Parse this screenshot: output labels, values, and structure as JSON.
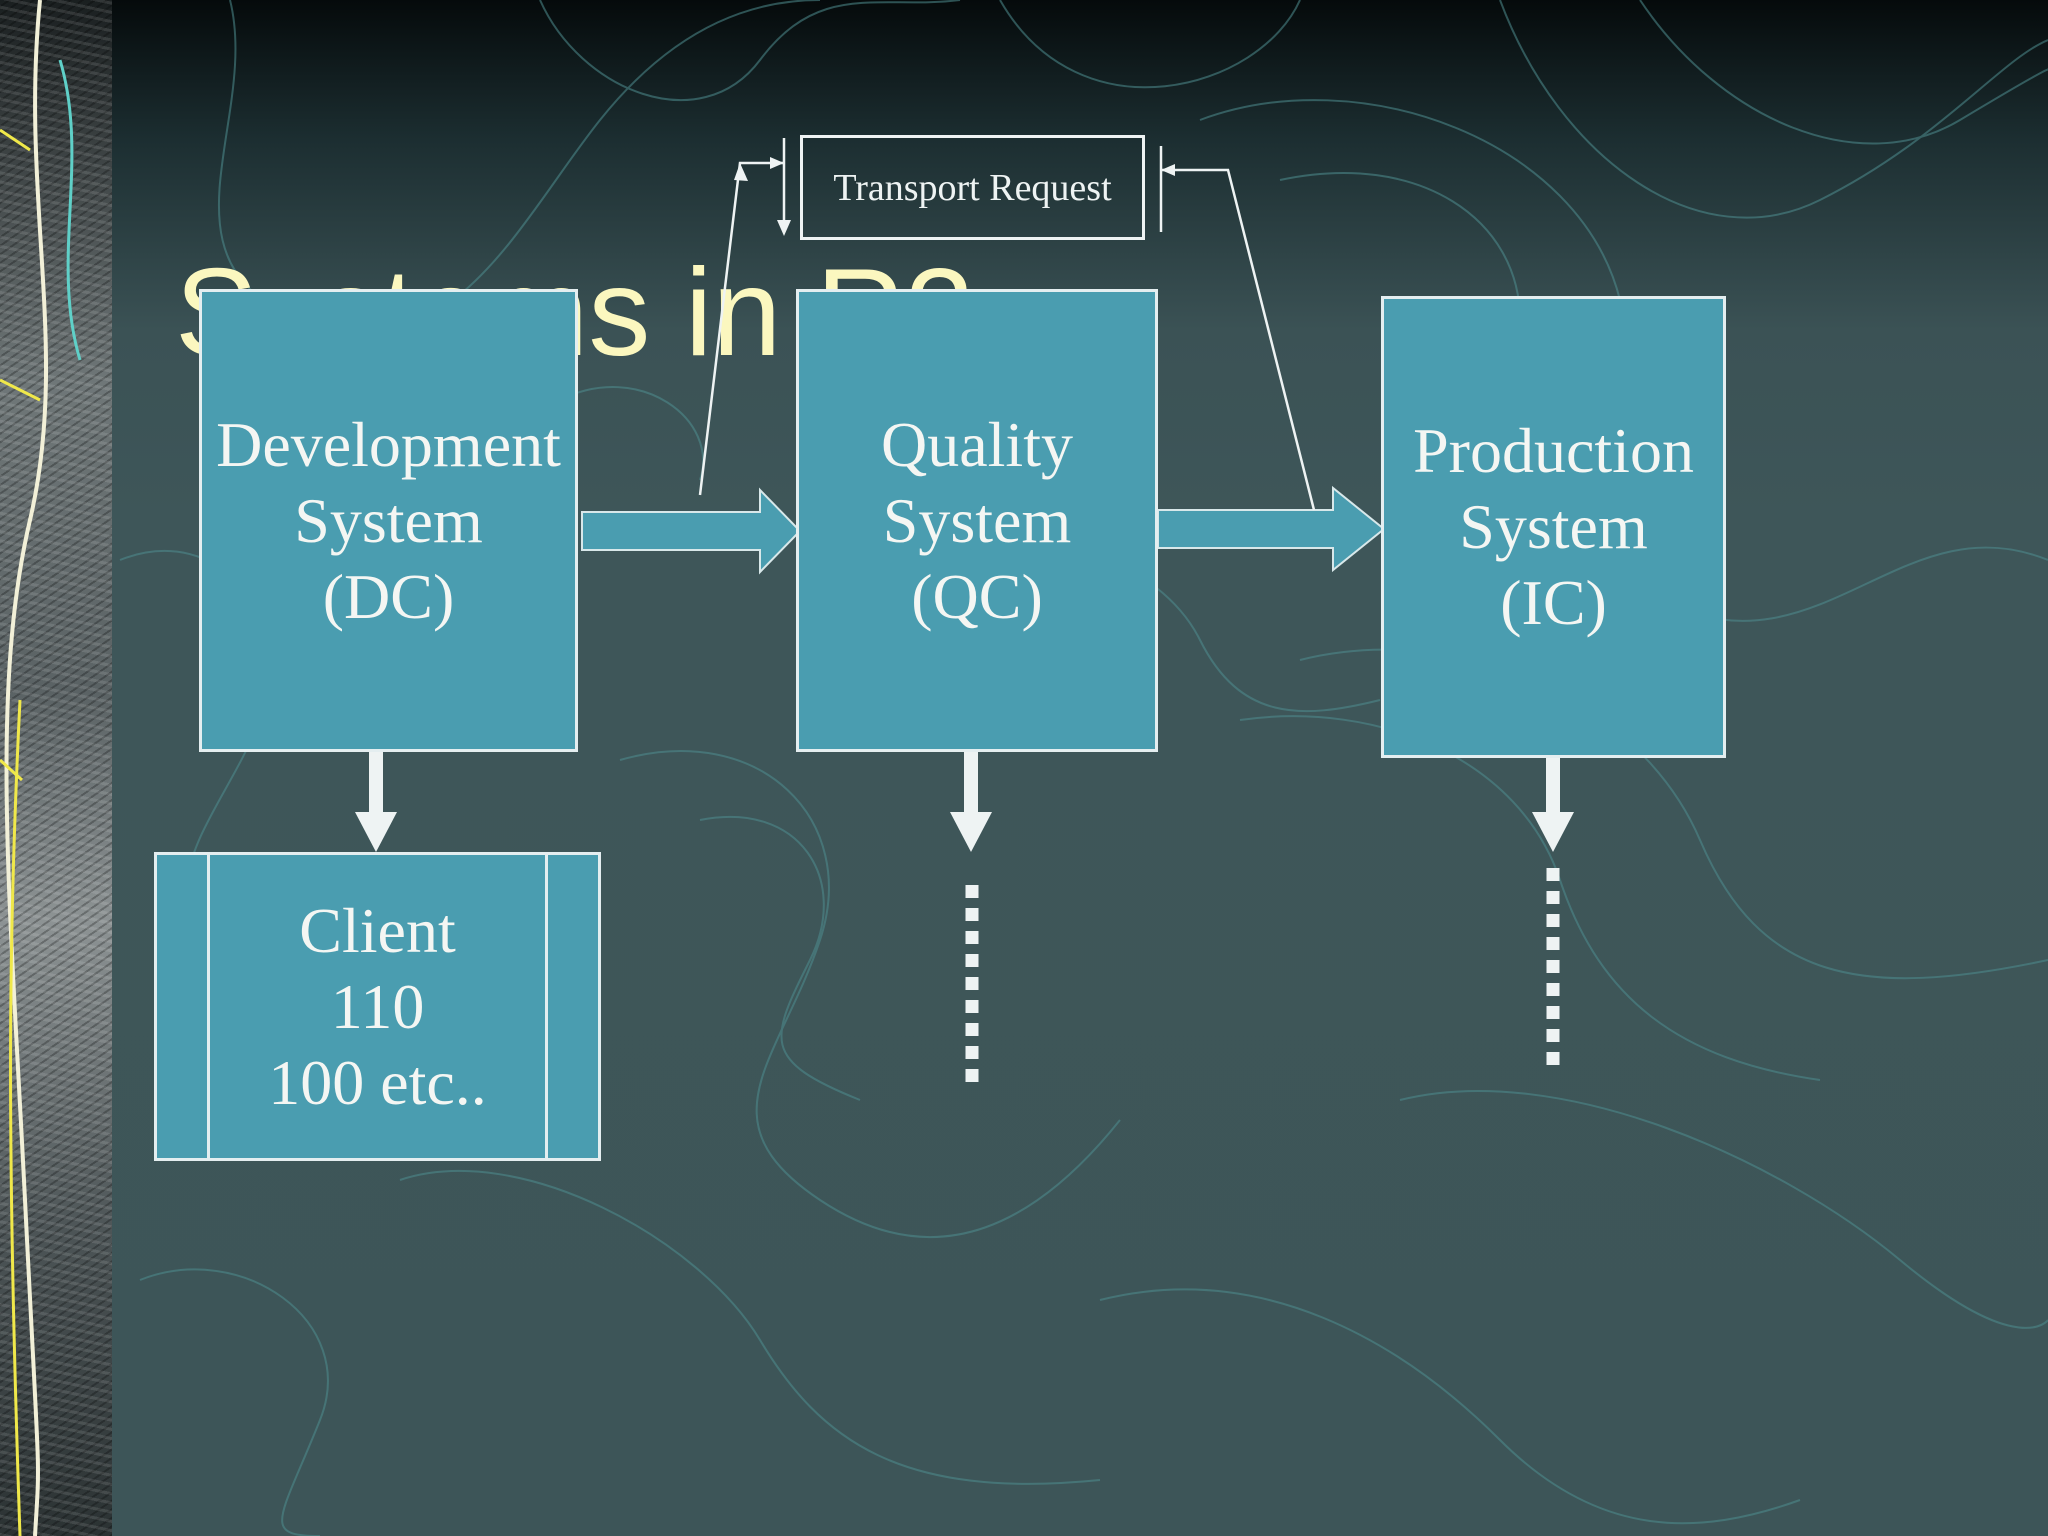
{
  "slide": {
    "title": "Systems in R3"
  },
  "diagram": {
    "transport_request": "Transport Request",
    "development": {
      "line1": "Development",
      "line2": "System",
      "line3": "(DC)"
    },
    "quality": {
      "line1": "Quality",
      "line2": "System",
      "line3": "(QC)"
    },
    "production": {
      "line1": "Production",
      "line2": "System",
      "line3": "(IC)"
    },
    "client": {
      "line1": "Client",
      "line2": "110",
      "line3": "100 etc.."
    }
  },
  "colors": {
    "background": "#3e5659",
    "box_fill": "#4a9db0",
    "box_border": "#e4eef0",
    "title_text": "#fbf7bf",
    "arrow_fill": "#4a9db0",
    "white_arrows": "#eef3f3",
    "contour_lines": "#4f8e90"
  }
}
